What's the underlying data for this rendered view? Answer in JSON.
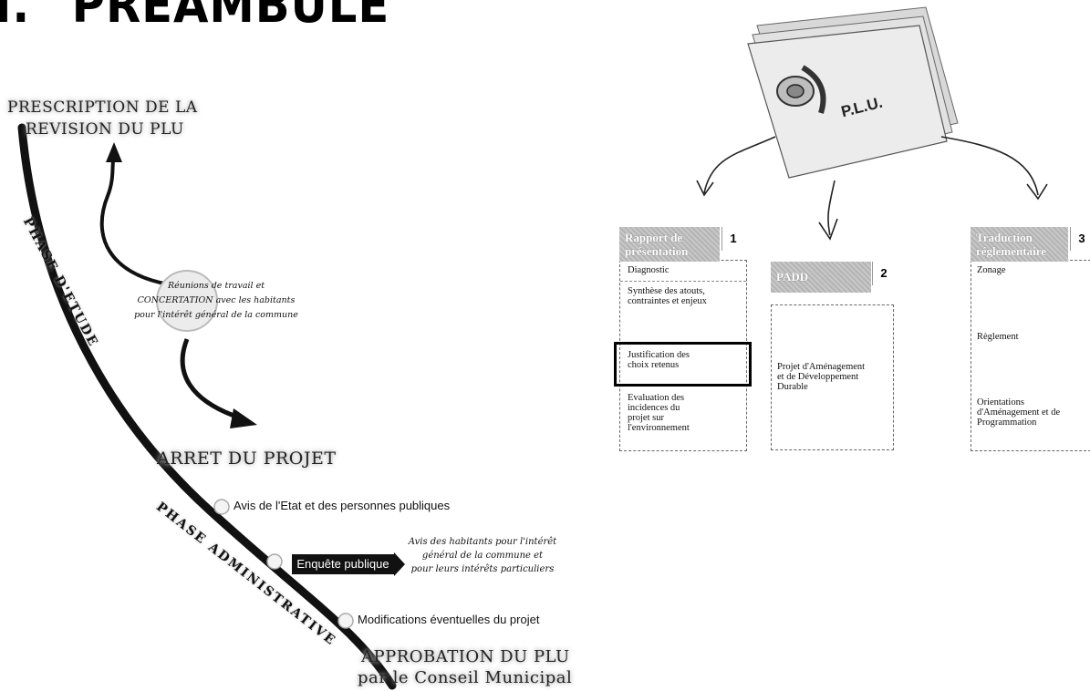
{
  "heading": {
    "number": "I.",
    "title": "PREAMBULE"
  },
  "timeline": {
    "prescription": [
      "PRESCRIPTION DE LA",
      "REVISION DU PLU"
    ],
    "phase_etude": "PHASE D'ETUDE",
    "concertation": [
      "Réunions de travail et",
      "CONCERTATION avec les habitants",
      "pour l'intérêt général de la commune"
    ],
    "arret": "ARRET DU PROJET",
    "phase_admin": "PHASE ADMINISTRATIVE",
    "avis_etat": "Avis de l'Etat et des personnes publiques",
    "enquete": "Enquête publique",
    "avis_habitants": [
      "Avis des habitants pour l'intérêt",
      "général de la commune et",
      "pour leurs intérêts particuliers"
    ],
    "modifications": "Modifications éventuelles du projet",
    "approbation": [
      "APPROBATION DU PLU",
      "par le Conseil Municipal"
    ]
  },
  "plu": {
    "folder_label": "P.L.U.",
    "panels": [
      {
        "title": [
          "Rapport de",
          "présentation"
        ],
        "number": "1",
        "items": [
          [
            "Diagnostic"
          ],
          [
            "Synthèse des atouts,",
            "contraintes et enjeux"
          ],
          [
            "Justification des",
            "choix retenus"
          ],
          [
            "Evaluation des",
            "incidences du",
            "projet sur",
            "l'environnement"
          ]
        ]
      },
      {
        "title": [
          "PADD"
        ],
        "number": "2",
        "items": [
          [
            "Projet d'Aménagement",
            "et de Développement",
            "Durable"
          ]
        ]
      },
      {
        "title": [
          "Traduction",
          "réglementaire"
        ],
        "number": "3",
        "items": [
          [
            "Zonage"
          ],
          [
            "Règlement"
          ],
          [
            "Orientations",
            "d'Aménagement et de",
            "Programmation"
          ]
        ]
      }
    ]
  }
}
